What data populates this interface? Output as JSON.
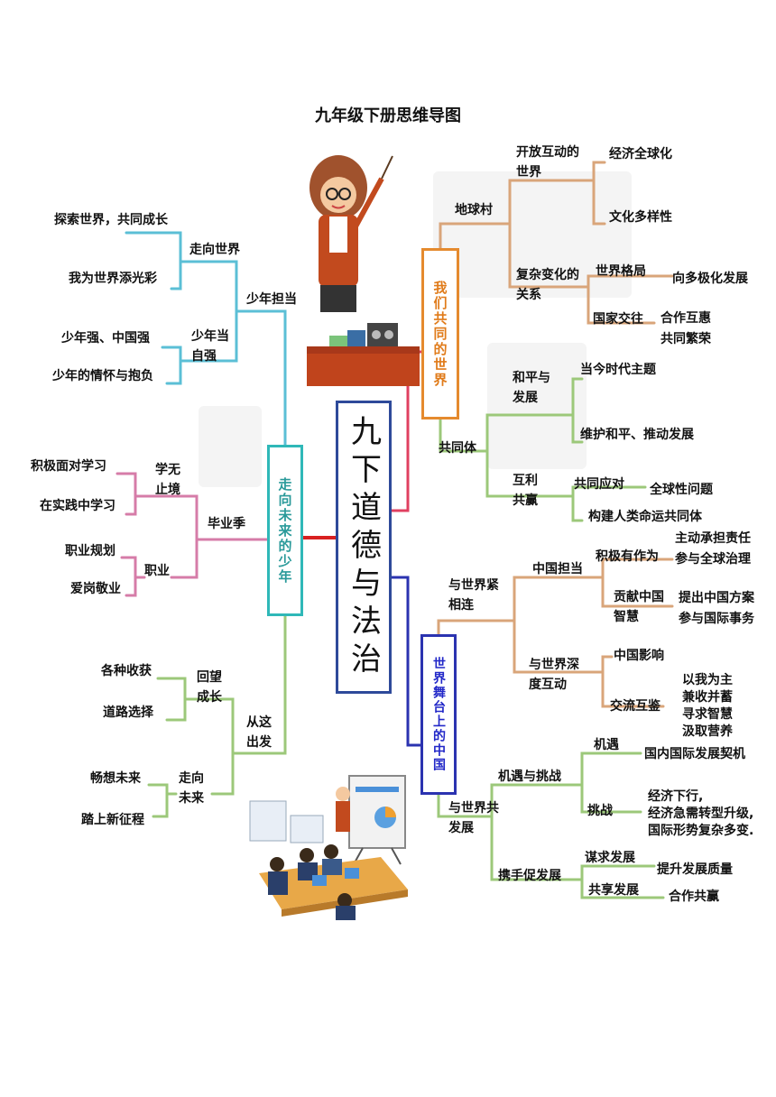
{
  "title": "九年级下册思维导图",
  "center": "九下道德与法治",
  "units": {
    "left": "走向未来的少年",
    "right_top": "我们共同的世界",
    "right_bottom": "世界舞台上的中国"
  },
  "left_branch": {
    "lesson1": "少年担当",
    "s1": "走向世界",
    "s1_items": [
      "探索世界，共同成长",
      "我为世界添光彩"
    ],
    "s2": "少年当自强",
    "s2_items": [
      "少年强、中国强",
      "少年的情怀与抱负"
    ],
    "lesson2": "毕业季",
    "s3": "学无止境",
    "s3_items": [
      "积极面对学习",
      "在实践中学习"
    ],
    "s4": "职业",
    "s4_items": [
      "职业规划",
      "爱岗敬业"
    ],
    "lesson3": "从这出发",
    "s5": "回望成长",
    "s5_items": [
      "各种收获",
      "道路选择"
    ],
    "s6": "走向未来",
    "s6_items": [
      "畅想未来",
      "踏上新征程"
    ]
  },
  "right_top_branch": {
    "lesson1": "地球村",
    "s1": "开放互动的世界",
    "s1_items": [
      "经济全球化",
      "文化多样性"
    ],
    "s2": "复杂变化的关系",
    "s2_a": "世界格局",
    "s2_a_item": "向多极化发展",
    "s2_b": "国家交往",
    "s2_b_items": [
      "合作互惠",
      "共同繁荣"
    ],
    "lesson2": "共同体",
    "s3": "和平与发展",
    "s3_items": [
      "当今时代主题",
      "维护和平、推动发展"
    ],
    "s4": "互利共赢",
    "s4_a": "共同应对",
    "s4_a_item": "全球性问题",
    "s4_b": "构建人类命运共同体"
  },
  "right_bottom_branch": {
    "lesson1": "与世界紧相连",
    "s1": "中国担当",
    "s1_a": "积极有作为",
    "s1_a_items": [
      "主动承担责任",
      "参与全球治理"
    ],
    "s1_b": "贡献中国智慧",
    "s1_b_items": [
      "提出中国方案",
      "参与国际事务"
    ],
    "s2": "与世界深度互动",
    "s2_a": "中国影响",
    "s2_b": "交流互鉴",
    "s2_b_items": [
      "以我为主",
      "兼收并蓄",
      "寻求智慧",
      "汲取营养"
    ],
    "lesson2": "与世界共发展",
    "s3": "机遇与挑战",
    "s3_a": "机遇",
    "s3_a_item": "国内国际发展契机",
    "s3_b": "挑战",
    "s3_b_items": [
      "经济下行,",
      "经济急需转型升级,",
      "国际形势复杂多变."
    ],
    "s4": "携手促发展",
    "s4_a": "谋求发展",
    "s4_a_item": "提升发展质量",
    "s4_b": "共享发展",
    "s4_b_item": "合作共赢"
  },
  "colors": {
    "center": "#2e4a9a",
    "left": "#2fb8b8",
    "left_blue": "#5bbfd6",
    "left_pink": "#d67ca8",
    "left_green": "#9cc87a",
    "right_top": "#e58a2e",
    "right_top_lines": "#d9a57a",
    "right_bottom": "#2b33b0",
    "right_bottom_lines": "#d9a57a",
    "connector_red": "#d82020",
    "connector_pink": "#e04060"
  }
}
